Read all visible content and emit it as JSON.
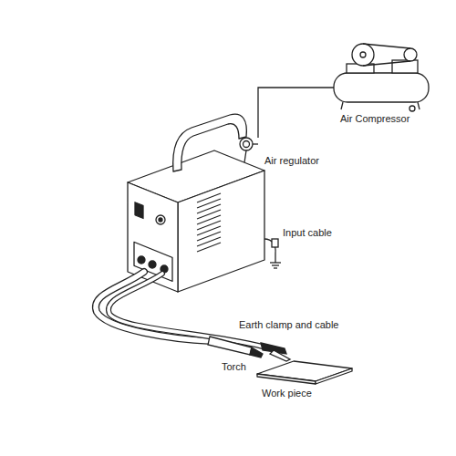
{
  "diagram": {
    "labels": [
      "Air Compressor",
      "Air regulator",
      "Input cable",
      "Earth clamp and cable",
      "Torch",
      "Work piece"
    ]
  }
}
